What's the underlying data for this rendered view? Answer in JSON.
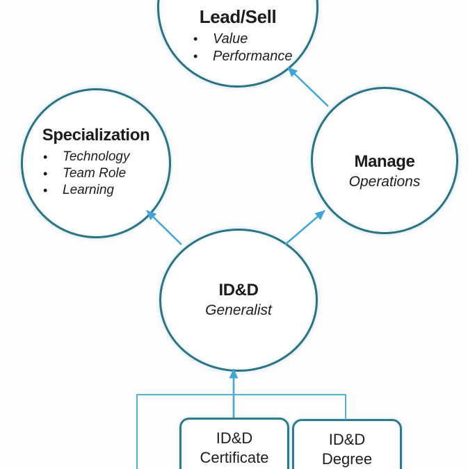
{
  "glyphs": {
    "bullet": "•"
  },
  "colors": {
    "circle_stroke": "#2E7282",
    "box_stroke": "#2E7A8A",
    "arrow": "#41A6D6",
    "connector": "#55AFD6",
    "text": "#1C1C1C",
    "background": "#FDFDFD"
  },
  "nodes": {
    "lead_sell": {
      "title": "Lead/Sell",
      "bullets": [
        "Value",
        "Performance"
      ]
    },
    "specialization": {
      "title": "Specialization",
      "bullets": [
        "Technology",
        "Team Role",
        "Learning"
      ]
    },
    "manage": {
      "title": "Manage",
      "subtitle": "Operations"
    },
    "idd": {
      "title": "ID&D",
      "subtitle": "Generalist"
    },
    "idd_certificate": {
      "line1": "ID&D",
      "line2": "Certificate"
    },
    "idd_degree": {
      "line1": "ID&D",
      "line2": "Degree"
    }
  },
  "edges": [
    {
      "from": "idd",
      "to": "specialization",
      "type": "arrow"
    },
    {
      "from": "idd",
      "to": "manage",
      "type": "arrow"
    },
    {
      "from": "manage",
      "to": "lead_sell",
      "type": "arrow"
    },
    {
      "from": "idd_certificate_and_idd_degree",
      "to": "idd",
      "type": "arrow-with-bracket"
    }
  ]
}
